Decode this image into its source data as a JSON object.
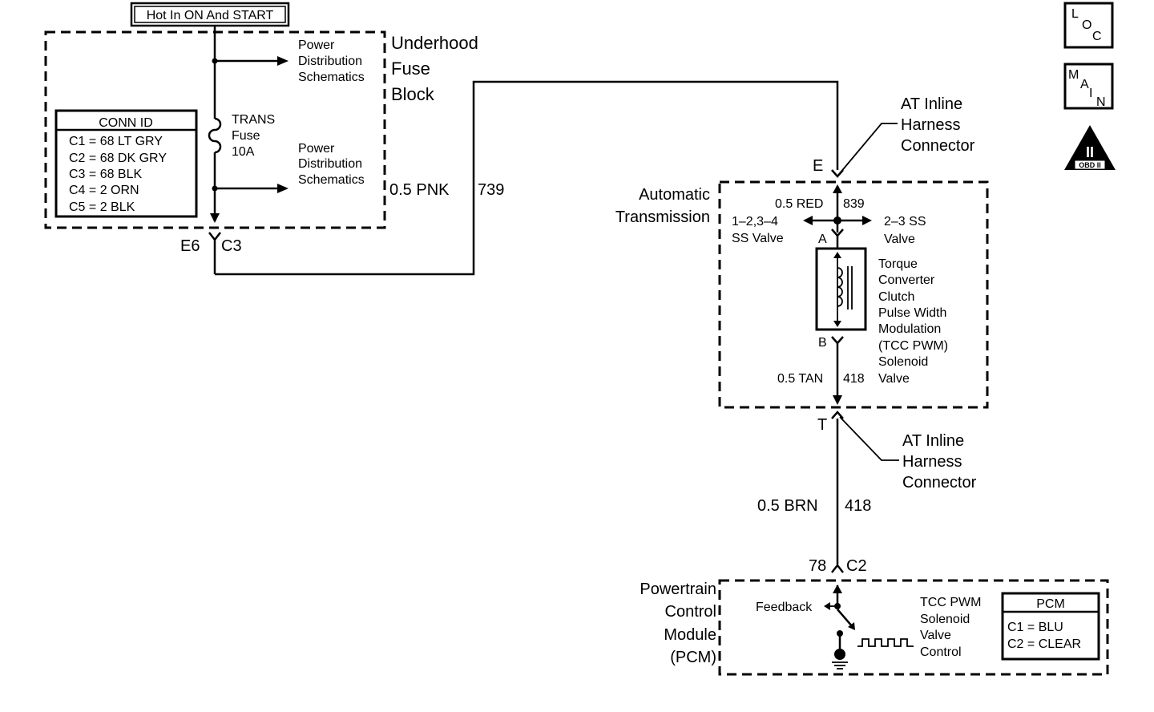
{
  "top_label": "Hot In ON And START",
  "fuse_block": {
    "power_dist_1": [
      "Power",
      "Distribution",
      "Schematics"
    ],
    "power_dist_2": [
      "Power",
      "Distribution",
      "Schematics"
    ],
    "name": [
      "Underhood",
      "Fuse",
      "Block"
    ],
    "fuse": [
      "TRANS",
      "Fuse",
      "10A"
    ],
    "conn_pin": "E6",
    "conn_name": "C3"
  },
  "conn_id_table": {
    "title": "CONN ID",
    "rows": [
      "C1 = 68 LT GRY",
      "C2 = 68 DK GRY",
      "C3 = 68 BLK",
      "C4 = 2 ORN",
      "C5 = 2 BLK"
    ]
  },
  "wire_pnk": {
    "size_color": "0.5 PNK",
    "circuit": "739"
  },
  "inline_top": {
    "pin": "E",
    "label": [
      "AT Inline",
      "Harness",
      "Connector"
    ]
  },
  "transmission": {
    "name": [
      "Automatic",
      "Transmission"
    ],
    "wire_red": {
      "size_color": "0.5 RED",
      "circuit": "839"
    },
    "left_valve": [
      "1–2,3–4",
      "SS Valve"
    ],
    "right_valve": [
      "2–3 SS",
      "Valve"
    ],
    "pin_a": "A",
    "pin_b": "B",
    "solenoid": [
      "Torque",
      "Converter",
      "Clutch",
      "Pulse Width",
      "Modulation",
      "(TCC PWM)",
      "Solenoid",
      "Valve"
    ],
    "wire_tan": {
      "size_color": "0.5 TAN",
      "circuit": "418"
    }
  },
  "inline_bottom": {
    "pin": "T",
    "label": [
      "AT Inline",
      "Harness",
      "Connector"
    ]
  },
  "wire_brn": {
    "size_color": "0.5 BRN",
    "circuit": "418"
  },
  "pcm": {
    "conn_pin": "78",
    "conn_name": "C2",
    "name": [
      "Powertrain",
      "Control",
      "Module",
      "(PCM)"
    ],
    "feedback": "Feedback",
    "control": [
      "TCC PWM",
      "Solenoid",
      "Valve",
      "Control"
    ],
    "table_title": "PCM",
    "table_rows": [
      "C1 = BLU",
      "C2 = CLEAR"
    ]
  },
  "icons": {
    "loc": [
      "L",
      "O",
      "C"
    ],
    "main": [
      "M",
      "A",
      "I",
      "N"
    ],
    "obd": {
      "numeral": "II",
      "label": "OBD II"
    }
  }
}
